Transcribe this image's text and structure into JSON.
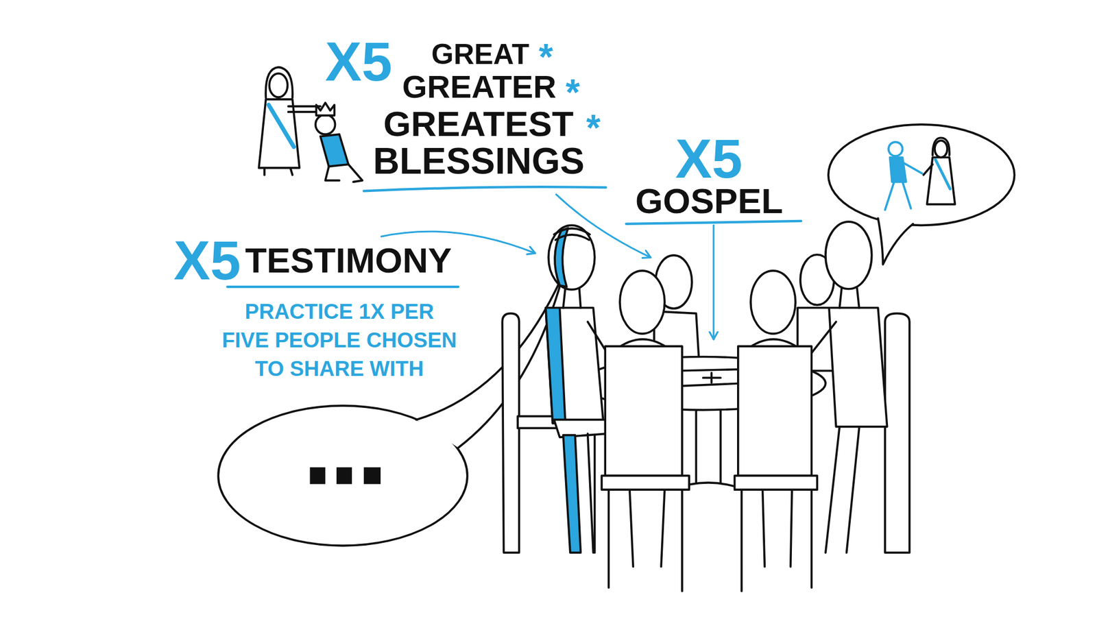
{
  "diagram": {
    "labels": [
      "X5",
      "GREAT",
      "*",
      "GREATER",
      "*",
      "GREATEST",
      "*",
      "BLESSINGS",
      "X5",
      "GOSPEL",
      "X5",
      "TESTIMONY",
      "PRACTICE 1X PER FIVE PEOPLE CHOSEN TO SHARE WITH"
    ]
  }
}
